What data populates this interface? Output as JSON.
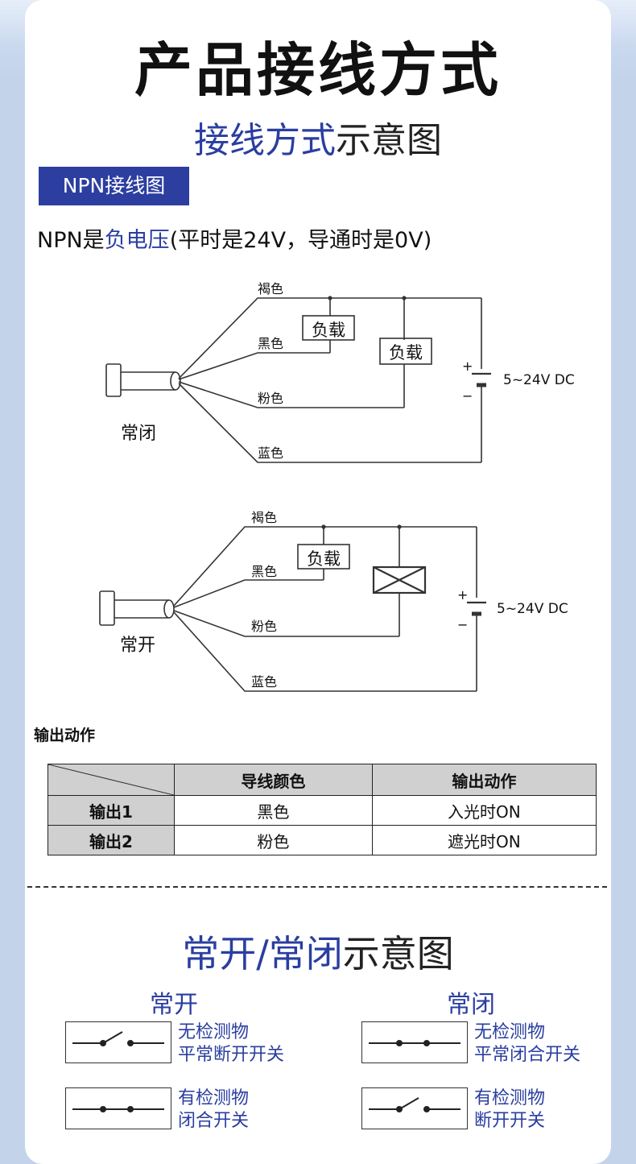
{
  "header": {
    "title": "产品接线方式",
    "subtitle_highlight": "接线方式",
    "subtitle_rest": "示意图"
  },
  "npn": {
    "tag": "NPN接线图",
    "desc_pre": "NPN是",
    "desc_highlight": "负电压",
    "desc_post": "(平时是24V，导通时是0V)"
  },
  "diagram_nc": {
    "wire_brown": "褐色",
    "wire_black": "黑色",
    "wire_pink": "粉色",
    "wire_blue": "蓝色",
    "load1": "负载",
    "load2": "负载",
    "plus": "+",
    "minus": "−",
    "supply": "5~24V DC",
    "sensor_label": "常闭"
  },
  "diagram_no": {
    "wire_brown": "褐色",
    "wire_black": "黑色",
    "wire_pink": "粉色",
    "wire_blue": "蓝色",
    "load1": "负载",
    "plus": "+",
    "minus": "−",
    "supply": "5~24V DC",
    "sensor_label": "常开"
  },
  "output": {
    "title": "输出动作",
    "headers": [
      "导线颜色",
      "输出动作"
    ],
    "rows": [
      {
        "name": "输出1",
        "color": "黑色",
        "action": "入光时ON"
      },
      {
        "name": "输出2",
        "color": "粉色",
        "action": "遮光时ON"
      }
    ]
  },
  "switch_section": {
    "title_highlight": "常开/常闭",
    "title_rest": "示意图",
    "no": {
      "title": "常开",
      "state1_line1": "无检测物",
      "state1_line2": "平常断开开关",
      "state2_line1": "有检测物",
      "state2_line2": "闭合开关"
    },
    "nc": {
      "title": "常闭",
      "state1_line1": "无检测物",
      "state1_line2": "平常闭合开关",
      "state2_line1": "有检测物",
      "state2_line2": "断开开关"
    }
  },
  "colors": {
    "accent": "#2c3e9f",
    "highlight_text": "#2a3ea0",
    "background": "#c3d3ea"
  }
}
